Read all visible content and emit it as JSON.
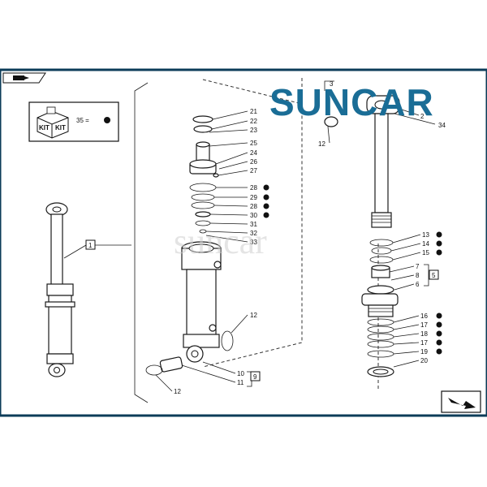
{
  "brand": {
    "name": "SUNCAR",
    "watermark": "suncar"
  },
  "colors": {
    "brand": "#1a6d96",
    "frame": "#0c3c59"
  },
  "kit": {
    "label_left": "KIT",
    "label_right": "KIT",
    "legend": "35 ="
  },
  "callouts": {
    "c1": "1",
    "c21": "21",
    "c22": "22",
    "c23": "23",
    "c25": "25",
    "c24": "24",
    "c26": "26",
    "c27": "27",
    "c28a": "28",
    "c29": "29",
    "c28b": "28",
    "c30": "30",
    "c31": "31",
    "c32": "32",
    "c33": "33",
    "c12a": "12",
    "c10": "10",
    "c11": "11",
    "c9": "9",
    "c12b": "12",
    "c3": "3",
    "c2": "2",
    "c34": "34",
    "c12c": "12",
    "c13": "13",
    "c14": "14",
    "c15": "15",
    "c7": "7",
    "c8": "8",
    "c6": "6",
    "c5": "5",
    "c16": "16",
    "c17a": "17",
    "c18": "18",
    "c17b": "17",
    "c19": "19",
    "c20": "20"
  },
  "icons": {
    "top_left": "book-icon",
    "bottom_right": "next-page-arrow-icon",
    "kit": "kit-box-icon"
  }
}
